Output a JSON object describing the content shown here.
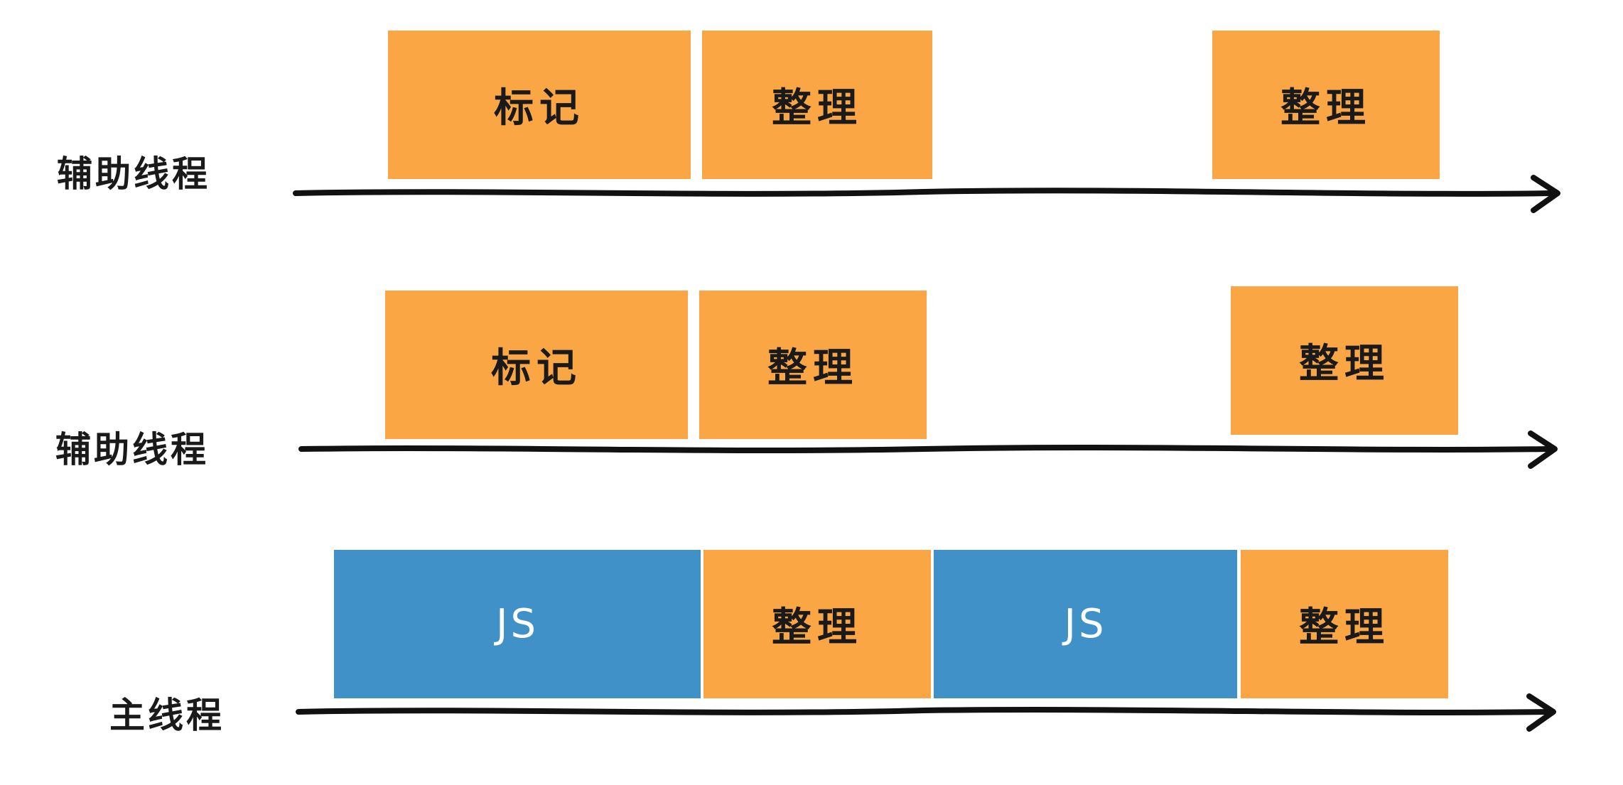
{
  "colors": {
    "cleanup": "#FBA644",
    "js": "#4191C9",
    "axis": "#111111"
  },
  "lanes": [
    {
      "label": "辅助线程",
      "blocks": [
        {
          "text": "标记",
          "kind": "cleanup"
        },
        {
          "text": "整理",
          "kind": "cleanup"
        },
        {
          "text": "整理",
          "kind": "cleanup"
        }
      ]
    },
    {
      "label": "辅助线程",
      "blocks": [
        {
          "text": "标记",
          "kind": "cleanup"
        },
        {
          "text": "整理",
          "kind": "cleanup"
        },
        {
          "text": "整理",
          "kind": "cleanup"
        }
      ]
    },
    {
      "label": "主线程",
      "blocks": [
        {
          "text": "JS",
          "kind": "js"
        },
        {
          "text": "整理",
          "kind": "cleanup"
        },
        {
          "text": "JS",
          "kind": "js"
        },
        {
          "text": "整理",
          "kind": "cleanup"
        }
      ]
    }
  ]
}
